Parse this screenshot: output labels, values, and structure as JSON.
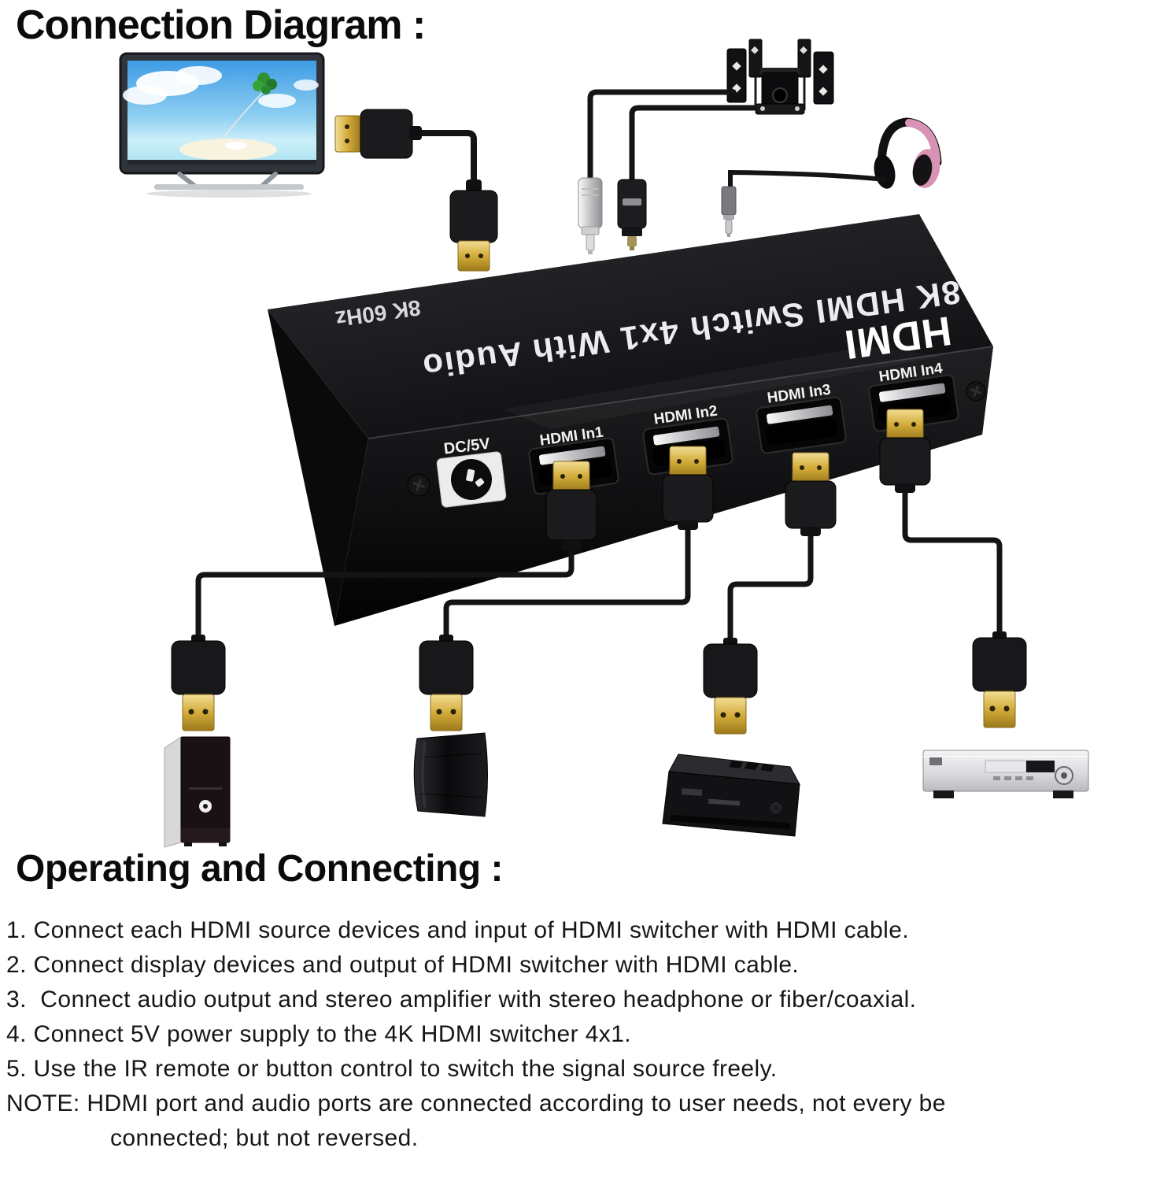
{
  "header": {
    "title": "Connection Diagram :"
  },
  "diagram": {
    "switch": {
      "top_label": "8K HDMI Switch 4x1 With Audio",
      "spec_label": "8K 60Hz",
      "brand_logo": "HDMI",
      "power_port_label": "DC/5V",
      "input_port_labels": [
        "HDMI In1",
        "HDMI In2",
        "HDMI In3",
        "HDMI In4"
      ]
    },
    "icons": [
      "tv-icon",
      "hdmi-cable-icon",
      "speaker-system-icon",
      "coaxial-plug-icon",
      "optical-toslink-plug-icon",
      "headphones-icon",
      "audio-jack-icon",
      "pc-tower-icon",
      "game-console-icon",
      "set-top-box-icon",
      "dvd-player-icon"
    ]
  },
  "instructions": {
    "heading": "Operating and Connecting :",
    "items": [
      "1. Connect each HDMI source devices and input of HDMI switcher with HDMI cable.",
      "2. Connect display devices and output of HDMI switcher with HDMI cable.",
      "3.  Connect audio output and stereo amplifier with stereo headphone or fiber/coaxial.",
      "4. Connect 5V power supply to the 4K HDMI switcher 4x1.",
      "5. Use the IR remote or button control to switch the signal source freely."
    ],
    "note_line1": "NOTE: HDMI port and audio ports are connected according to user needs, not every be",
    "note_line2": "connected; but not reversed."
  },
  "colors": {
    "gold": "#c9a227",
    "device_black": "#121214",
    "sky_blue": "#4aa3e0",
    "headphone_pink": "#d892b4",
    "silver": "#cfcfd4"
  }
}
